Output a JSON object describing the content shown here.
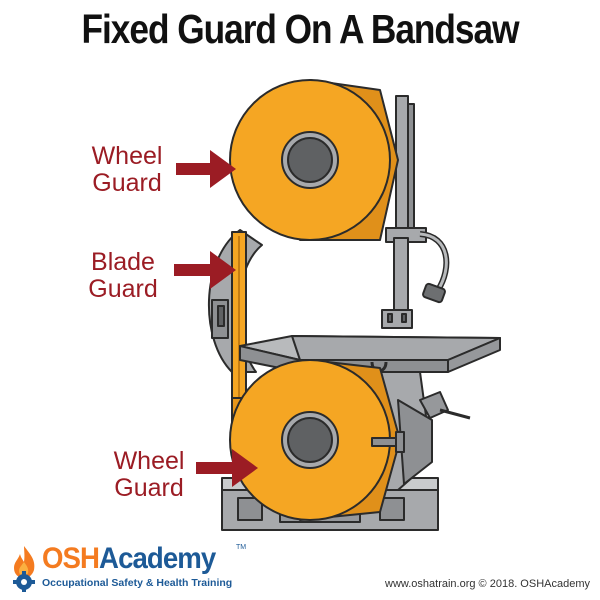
{
  "title": "Fixed Guard On A Bandsaw",
  "labels": {
    "top_wheel_guard": {
      "line1": "Wheel",
      "line2": "Guard"
    },
    "blade_guard": {
      "line1": "Blade",
      "line2": "Guard"
    },
    "bottom_wheel_guard": {
      "line1": "Wheel",
      "line2": "Guard"
    }
  },
  "logo": {
    "name_part1": "OSH",
    "name_part2": "Academy",
    "trademark": "TM",
    "tagline": "Occupational Safety & Health Training"
  },
  "footer": "www.oshatrain.org © 2018. OSHAcademy",
  "colors": {
    "title": "#111111",
    "label": "#9b1c24",
    "guard": "#f5a623",
    "machine": "#a7a9ac",
    "logo_orange": "#f47b20",
    "logo_blue": "#1d5a97"
  }
}
